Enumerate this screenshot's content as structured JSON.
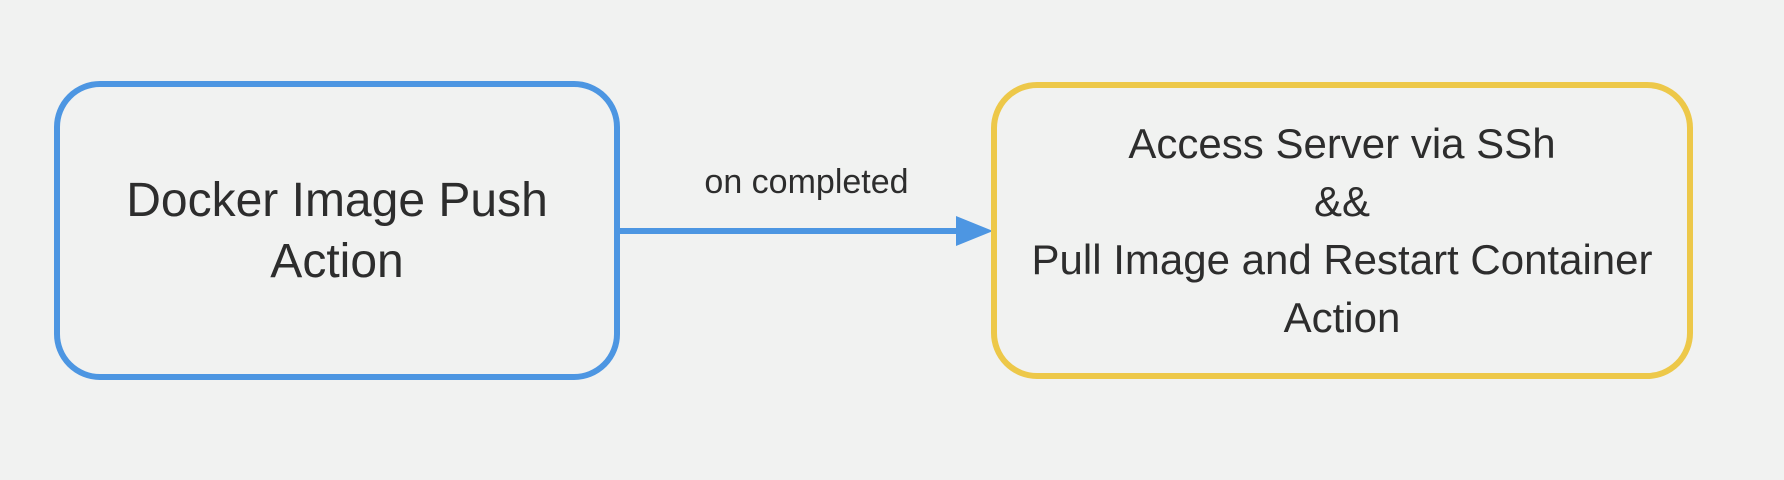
{
  "canvas": {
    "background_color": "#f1f2f1",
    "text_color": "#2d2d2d"
  },
  "diagram": {
    "nodes": [
      {
        "id": "docker-image-push-action",
        "lines": [
          "Docker Image Push",
          "Action"
        ],
        "border_color": "#4d96e2"
      },
      {
        "id": "access-server-ssh-pull-restart-action",
        "lines": [
          "Access Server via SSh",
          "&&",
          "Pull Image and Restart Container",
          "Action"
        ],
        "border_color": "#edc849"
      }
    ],
    "edges": [
      {
        "from": "docker-image-push-action",
        "to": "access-server-ssh-pull-restart-action",
        "label": "on completed",
        "color": "#4d96e2",
        "direction": "right"
      }
    ]
  }
}
